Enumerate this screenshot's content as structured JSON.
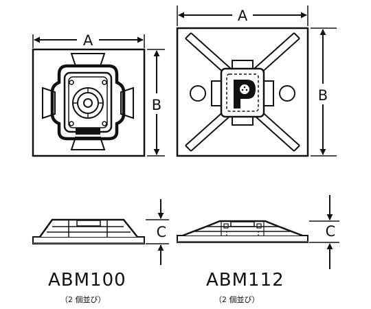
{
  "products": [
    {
      "model": "ABM100",
      "note": "（2 個並び）",
      "dims": {
        "width": "A",
        "height": "B",
        "thickness": "C"
      }
    },
    {
      "model": "ABM112",
      "note": "（2 個並び）",
      "dims": {
        "width": "A",
        "height": "B",
        "thickness": "C"
      }
    }
  ]
}
